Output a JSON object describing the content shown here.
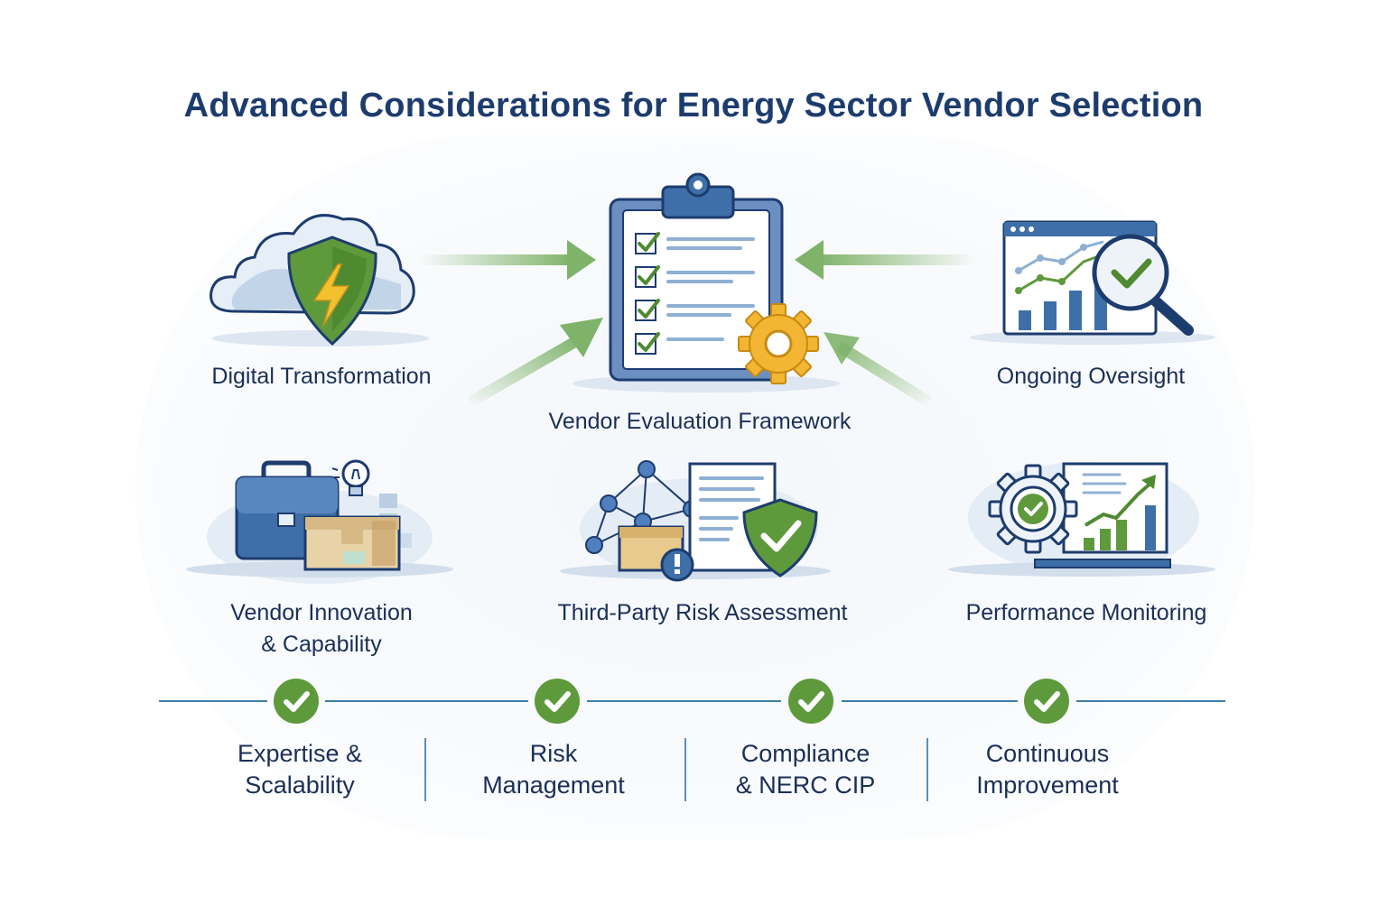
{
  "title": "Advanced Considerations for Energy Sector Vendor Selection",
  "center": {
    "label": "Vendor Evaluation Framework"
  },
  "top_nodes": [
    {
      "label": "Digital Transformation"
    },
    {
      "label": "Ongoing Oversight"
    }
  ],
  "middle_nodes": [
    {
      "label_lines": [
        "Vendor Innovation",
        "& Capability"
      ]
    },
    {
      "label_lines": [
        "Third-Party Risk Assessment"
      ]
    },
    {
      "label_lines": [
        "Performance Monitoring"
      ]
    }
  ],
  "pillars": [
    {
      "lines": [
        "Expertise &",
        "Scalability"
      ]
    },
    {
      "lines": [
        "Risk",
        "Management"
      ]
    },
    {
      "lines": [
        "Compliance",
        "& NERC CIP"
      ]
    },
    {
      "lines": [
        "Continuous",
        "Improvement"
      ]
    }
  ],
  "colors": {
    "navy": "#1d3c6e",
    "blue": "#3f6fa8",
    "light_blue": "#b9cde3",
    "green": "#5e9a3c",
    "arrow_green": "#7fb36a",
    "gold": "#f2b632"
  },
  "icons": {
    "digital_transformation": "cloud-shield-lightning-icon",
    "center": "clipboard-checklist-gear-icon",
    "ongoing_oversight": "dashboard-magnifier-check-icon",
    "vendor_innovation": "briefcase-box-lightbulb-icon",
    "third_party_risk": "network-document-shield-icon",
    "performance_monitoring": "gear-chart-monitor-icon",
    "pillar_check": "check-circle-icon"
  }
}
